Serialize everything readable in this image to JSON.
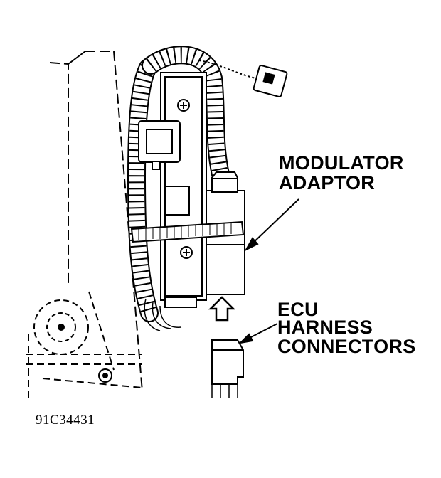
{
  "labels": {
    "modulator_line1": "MODULATOR",
    "modulator_line2": "ADAPTOR",
    "ecu_line1": "ECU",
    "ecu_line2": "HARNESS",
    "ecu_line3": "CONNECTORS"
  },
  "figure_id": "91C34431",
  "colors": {
    "ink": "#000000",
    "paper": "#ffffff"
  }
}
